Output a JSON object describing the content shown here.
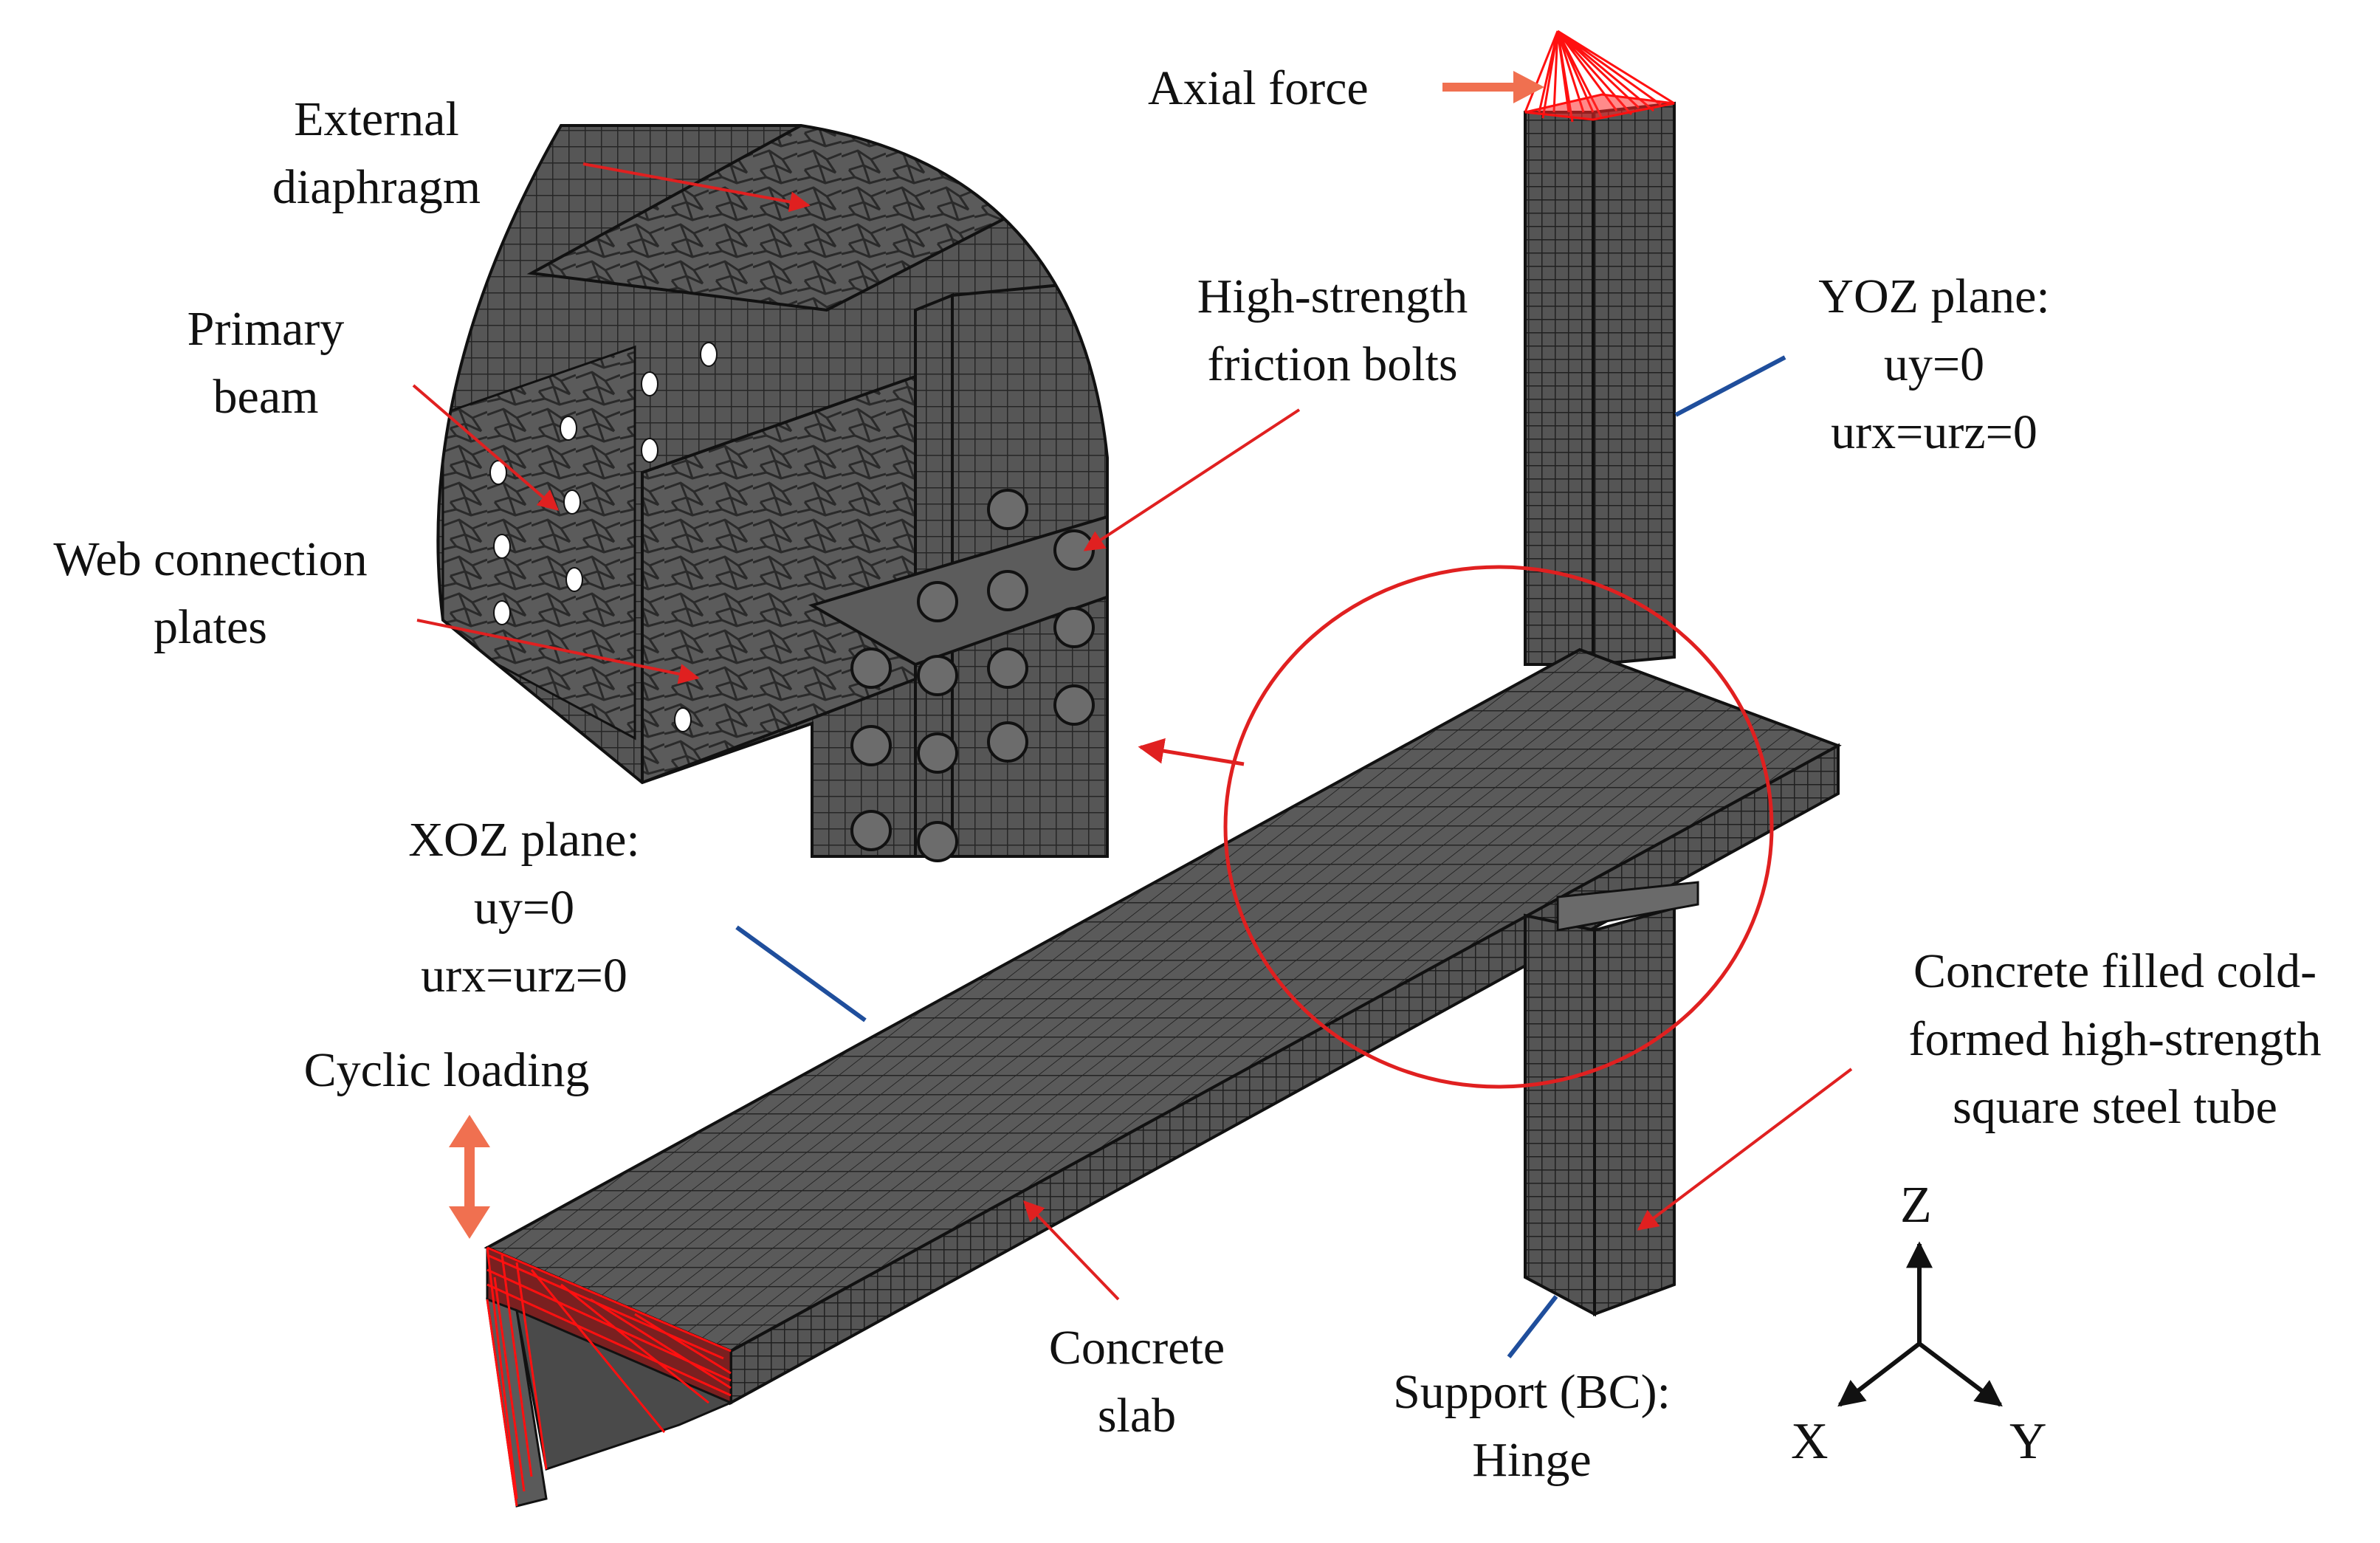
{
  "labels": {
    "axial_force": "Axial force",
    "external_diaphragm": [
      "External",
      "diaphragm"
    ],
    "primary_beam": [
      "Primary",
      "beam"
    ],
    "web_connection_plates": [
      "Web connection",
      "plates"
    ],
    "high_strength_bolts": [
      "High-strength",
      "friction bolts"
    ],
    "yoz_plane": [
      "YOZ plane:",
      "uy=0",
      "urx=urz=0"
    ],
    "xoz_plane": [
      "XOZ plane:",
      "uy=0",
      "urx=urz=0"
    ],
    "cyclic_loading": "Cyclic loading",
    "concrete_slab": [
      "Concrete",
      "slab"
    ],
    "support": [
      "Support (BC):",
      "Hinge"
    ],
    "steel_tube": [
      "Concrete filled cold-",
      "formed high-strength",
      "square steel tube"
    ]
  },
  "axes": {
    "z": "Z",
    "x": "X",
    "y": "Y"
  },
  "colors": {
    "mesh_fill": "#555555",
    "mesh_line": "#262626",
    "callout_red": "#e02020",
    "boundary_blue": "#1f4e9c",
    "load_arrow": "#f07050",
    "constraint_red": "#ff1010"
  }
}
